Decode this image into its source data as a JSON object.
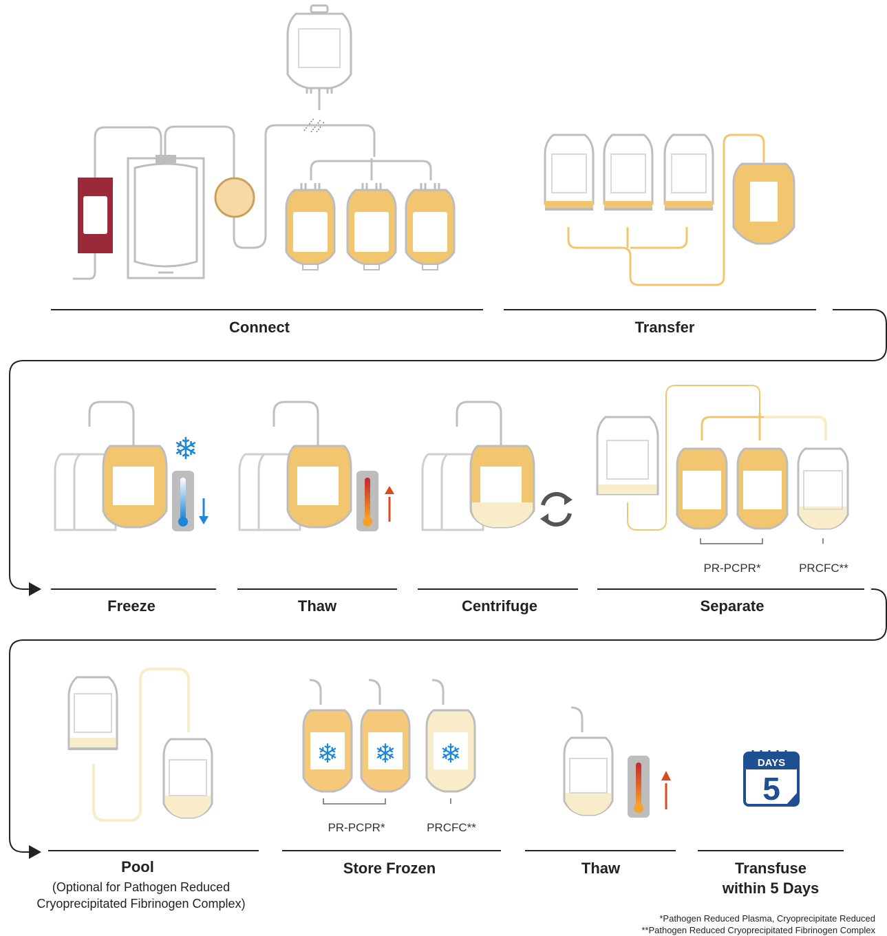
{
  "colors": {
    "bag_outline": "#bdbdbd",
    "tube": "#bfbfbf",
    "plasma": "#f1c66e",
    "plasma_light": "#f8ecc9",
    "red_bag": "#9a2a3a",
    "filter": "#f6d9a5",
    "cold": "#1e86d6",
    "warm": "#d94a1e",
    "line": "#222222",
    "calendar": "#1d4f91"
  },
  "steps": {
    "connect": "Connect",
    "transfer": "Transfer",
    "freeze": "Freeze",
    "thaw1": "Thaw",
    "centrifuge": "Centrifuge",
    "separate": "Separate",
    "pool": "Pool",
    "pool_note_line1": "(Optional for Pathogen Reduced",
    "pool_note_line2": "Cryoprecipitated Fibrinogen Complex)",
    "store_frozen": "Store Frozen",
    "thaw2": "Thaw",
    "transfuse_line1": "Transfuse",
    "transfuse_line2": "within 5 Days"
  },
  "tags": {
    "pr_pcpr": "PR-PCPR*",
    "prcfc": "PRCFC**"
  },
  "calendar": {
    "header": "DAYS",
    "number": "5"
  },
  "footnotes": {
    "line1": "*Pathogen Reduced Plasma, Cryoprecipitate Reduced",
    "line2": "**Pathogen Reduced Cryoprecipitated Fibrinogen Complex"
  }
}
